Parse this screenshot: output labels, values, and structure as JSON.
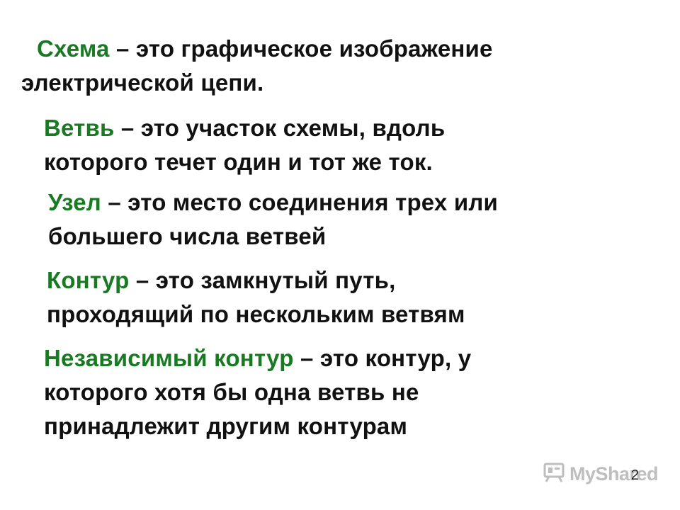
{
  "definitions": [
    {
      "term": "Схема",
      "line1_rest": " – это графическое изображение",
      "line2": "электрической цепи."
    },
    {
      "term": "Ветвь",
      "line1_rest": " – это участок схемы, вдоль",
      "line2": "которого течет один и тот же ток."
    },
    {
      "term": "Узел",
      "line1_rest": " – это место соединения трех или",
      "line2": "большего числа ветвей"
    },
    {
      "term": "Контур",
      "line1_rest": " – это замкнутый путь,",
      "line2": "проходящий по нескольким ветвям"
    },
    {
      "term": "Независимый контур",
      "line1_rest": " – это контур, у",
      "line2": "которого хотя бы одна ветвь не",
      "line3": "принадлежит другим контурам"
    }
  ],
  "page_number": "2",
  "watermark": {
    "text": "MyShared",
    "icon": "classroom-board-icon"
  },
  "colors": {
    "term": "#1a7a23",
    "text": "#111111",
    "background": "#ffffff"
  }
}
